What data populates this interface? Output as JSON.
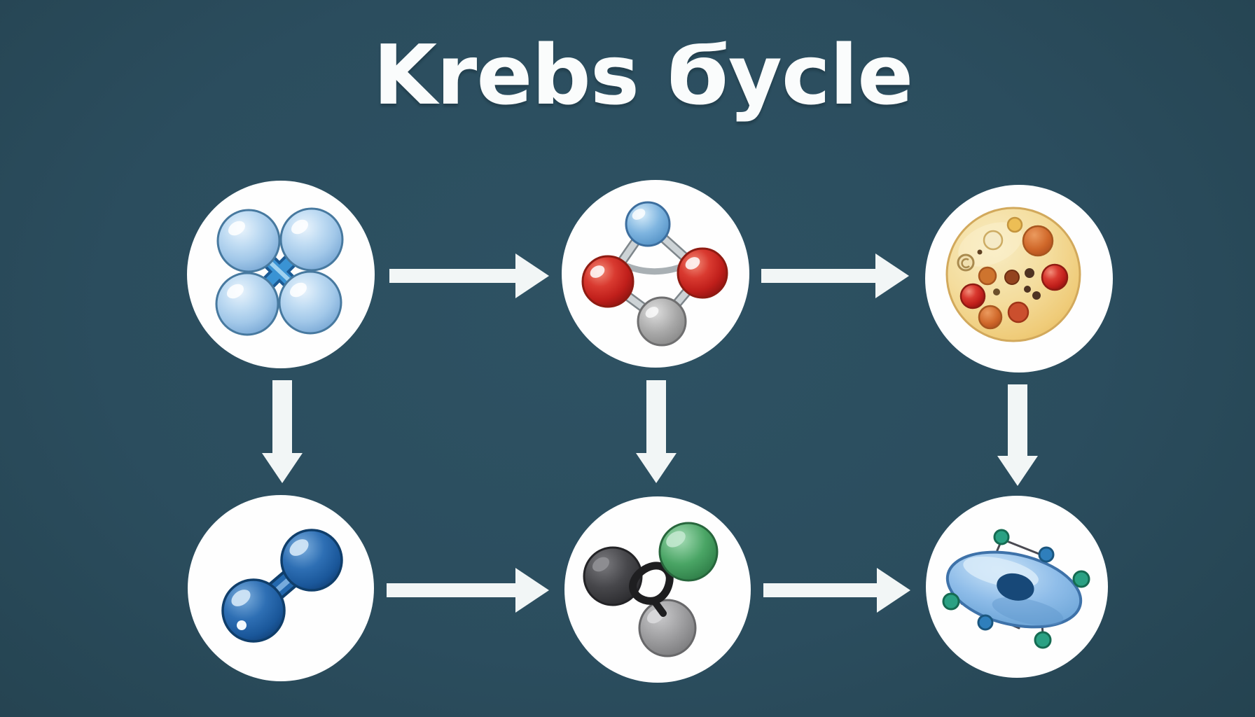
{
  "title": "Krebs Ϭycle",
  "colors": {
    "background": "#2b4d5e",
    "node_circle": "#fefefe",
    "arrow": "#f2f6f6",
    "title_text": "#fafcfc",
    "light_blue_sphere": "#a9cbe9",
    "sky_blue_sphere": "#79b5e1",
    "red_sphere": "#c5211e",
    "gray_sphere": "#9a9a9a",
    "navy_sphere": "#1e64ac",
    "charcoal_sphere": "#3c3c3e",
    "green_sphere": "#3e9e5c",
    "cell_body_yellow": "#f2d289",
    "cell_spot_orange": "#d0682a",
    "organelle_blue": "#8fbde9",
    "nucleus_navy": "#174878",
    "dot_teal": "#2aa183",
    "dot_blue": "#2f7fbc"
  },
  "diagram": {
    "type": "flowchart",
    "grid": {
      "rows": 2,
      "cols": 3
    },
    "nodes": [
      {
        "id": "node-1",
        "row": 1,
        "col": 1,
        "icon": "four-blue-spheres-molecule-icon"
      },
      {
        "id": "node-2",
        "row": 1,
        "col": 2,
        "icon": "red-blue-gray-ring-molecule-icon"
      },
      {
        "id": "node-3",
        "row": 1,
        "col": 3,
        "icon": "yellow-spotted-cell-icon"
      },
      {
        "id": "node-4",
        "row": 2,
        "col": 1,
        "icon": "blue-dumbbell-molecule-icon"
      },
      {
        "id": "node-5",
        "row": 2,
        "col": 2,
        "icon": "charcoal-green-gray-cluster-molecule-icon"
      },
      {
        "id": "node-6",
        "row": 2,
        "col": 3,
        "icon": "blue-organelle-with-nucleus-icon"
      }
    ],
    "connections": [
      {
        "from": "node-1",
        "to": "node-2",
        "direction": "right"
      },
      {
        "from": "node-2",
        "to": "node-3",
        "direction": "right"
      },
      {
        "from": "node-4",
        "to": "node-5",
        "direction": "right"
      },
      {
        "from": "node-5",
        "to": "node-6",
        "direction": "right"
      },
      {
        "from": "node-1",
        "to": "node-4",
        "direction": "down"
      },
      {
        "from": "node-2",
        "to": "node-5",
        "direction": "down"
      },
      {
        "from": "node-3",
        "to": "node-6",
        "direction": "down"
      }
    ]
  }
}
